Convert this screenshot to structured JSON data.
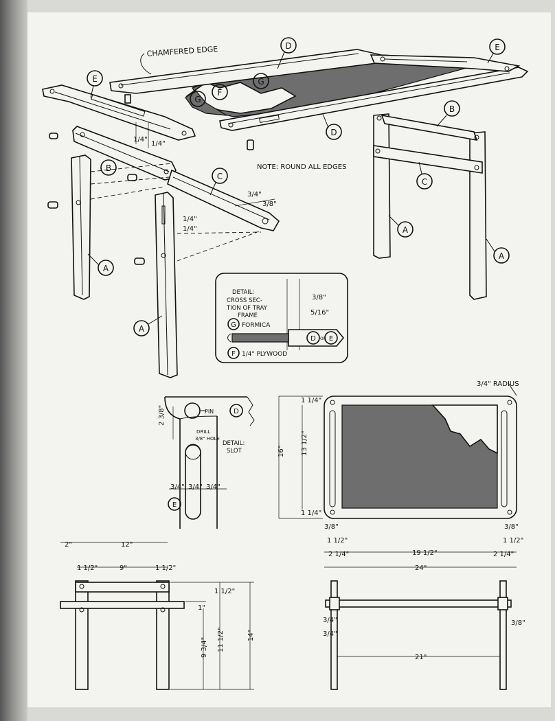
{
  "labels": {
    "chamfered_edge": "CHAMFERED EDGE",
    "note": "NOTE: ROUND ALL EDGES",
    "detail_cross_section": [
      "DETAIL:",
      "CROSS SEC-",
      "TION OF TRAY",
      "FRAME"
    ],
    "formica": "FORMICA",
    "plywood": "1/4\" PLYWOOD",
    "detail_slot": [
      "DETAIL:",
      "SLOT"
    ],
    "drill": [
      "DRILL",
      "3/8\" HOLE"
    ],
    "pin": "PIN",
    "radius": "3/4\" RADIUS",
    "or": "OR"
  },
  "parts": {
    "A": "A",
    "B": "B",
    "C": "C",
    "D": "D",
    "E": "E",
    "F": "F",
    "G": "G"
  },
  "dimensions": {
    "half_a": "1/4\"",
    "half_b": "1/4\"",
    "c_3_4": "3/4\"",
    "c_3_8": "3/8\"",
    "a_1_4a": "1/4\"",
    "a_1_4b": "1/4\"",
    "cs_3_8": "3/8\"",
    "cs_5_16": "5/16\"",
    "slot_2_3_8": "2 3/8\"",
    "slot_3_4a": "3/4\"",
    "slot_3_4b": "3/4\"",
    "slot_3_4c": "3/4\"",
    "top_16": "16\"",
    "top_13_1_2": "13 1/2\"",
    "top_1_1_4a": "1 1/4\"",
    "top_1_1_4b": "1 1/4\"",
    "top_3_8a": "3/8\"",
    "top_3_8b": "3/8\"",
    "top_1_1_2a": "1 1/2\"",
    "top_1_1_2b": "1 1/2\"",
    "top_2_1_4a": "2 1/4\"",
    "top_2_1_4b": "2 1/4\"",
    "top_19_1_2": "19 1/2\"",
    "top_24": "24\"",
    "end_2": "2\"",
    "end_12": "12\"",
    "end_1_1_2a": "1 1/2\"",
    "end_9": "9\"",
    "end_1_1_2b": "1 1/2\"",
    "end_1_1_2c": "1 1/2\"",
    "end_1": "1\"",
    "end_9_3_4": "9 3/4\"",
    "end_11_1_2": "11 1/2\"",
    "end_14": "14\"",
    "side_3_4": "3/4\"",
    "side_3_4b": "3/4\"",
    "side_3_8": "3/8\"",
    "side_21": "21\""
  }
}
